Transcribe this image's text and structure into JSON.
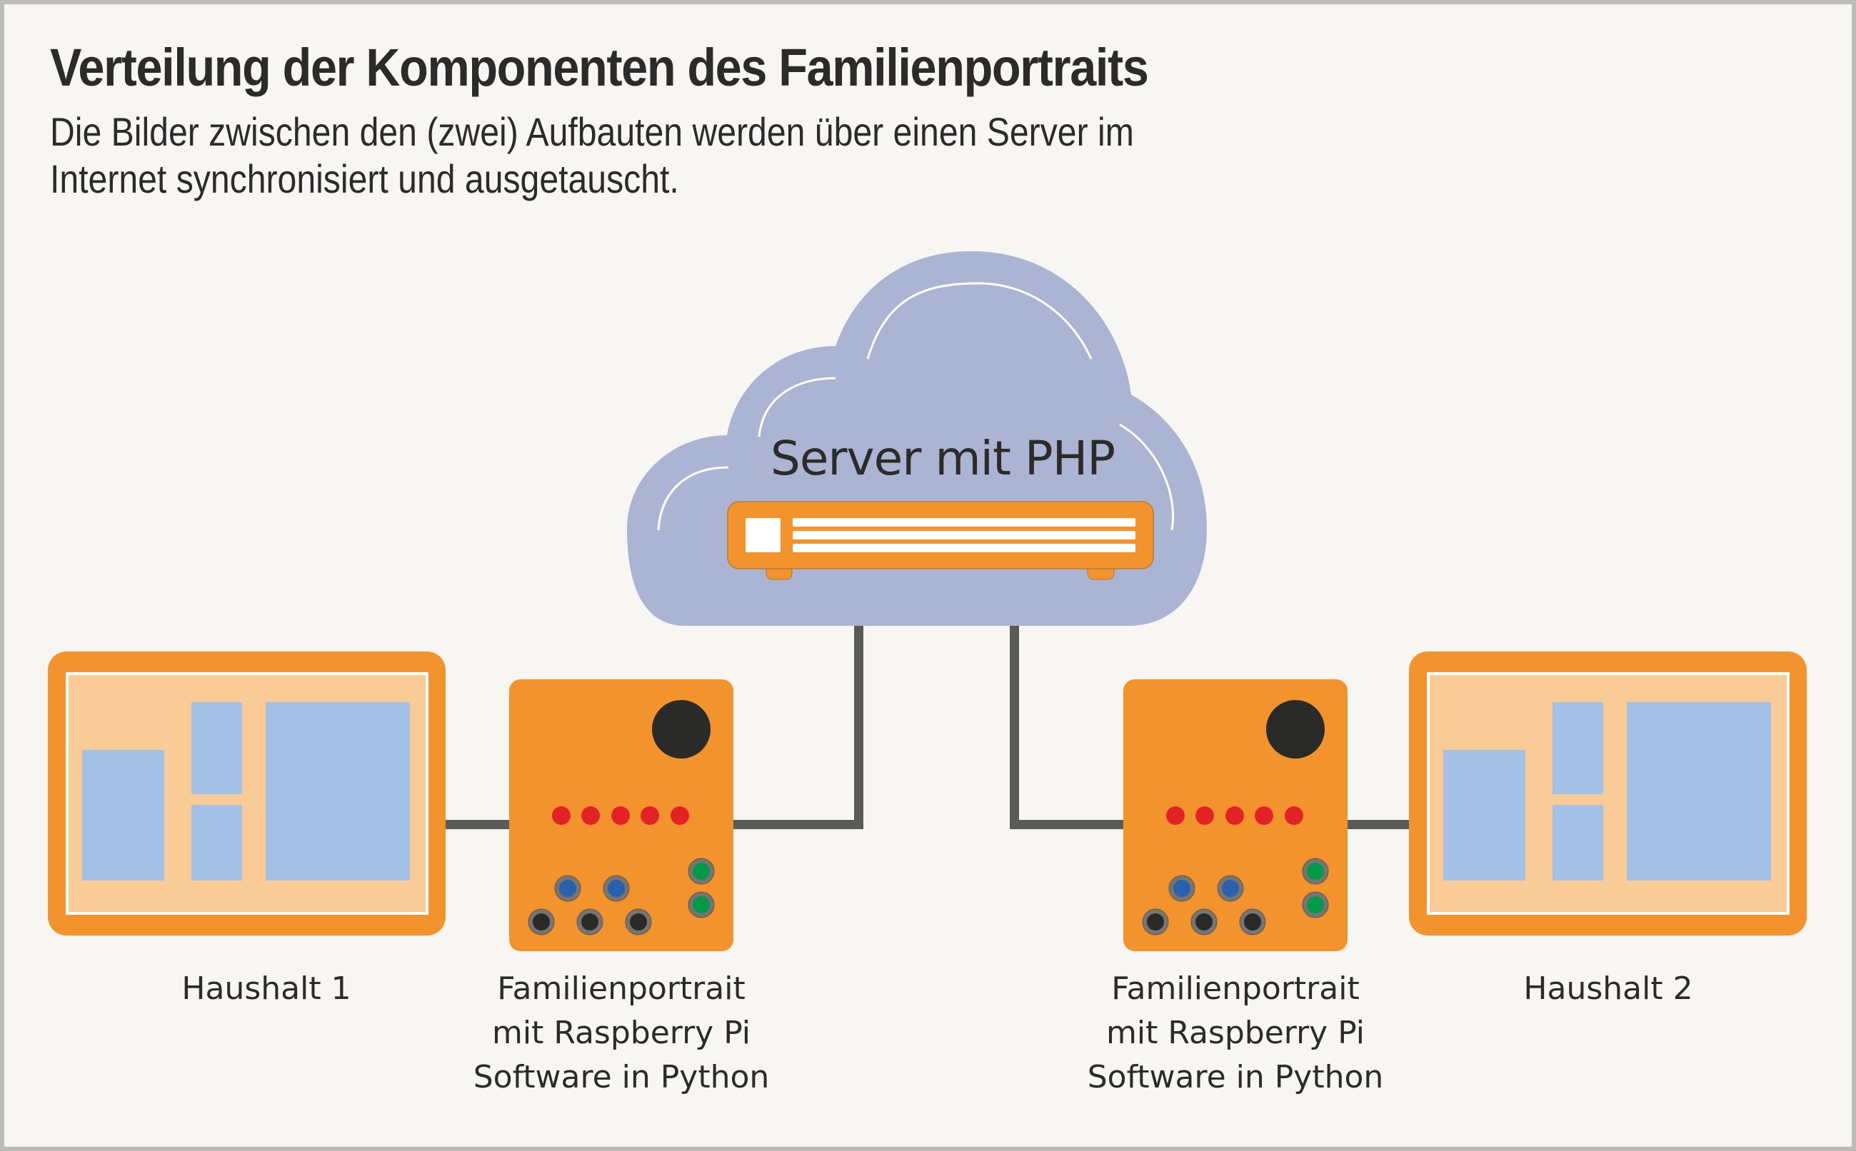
{
  "header": {
    "title": "Verteilung der Komponenten des Familienportraits",
    "subtitle_line1": "Die Bilder zwischen den (zwei) Aufbauten werden über einen Server im",
    "subtitle_line2": "Internet synchronisiert und ausgetauscht."
  },
  "server": {
    "label": "Server mit PHP",
    "icon": "cloud-server-icon"
  },
  "left": {
    "monitor_label": "Haushalt 1",
    "device_label_lines": [
      "Familienportrait",
      "mit Raspberry Pi",
      "Software in Python"
    ]
  },
  "right": {
    "monitor_label": "Haushalt 2",
    "device_label_lines": [
      "Familienportrait",
      "mit Raspberry Pi",
      "Software in Python"
    ]
  },
  "colors": {
    "orange": "#f2932d",
    "screen": "#f9cb97",
    "tile": "#a3c1e5",
    "cloud": "#abb5d3",
    "line": "#5a5a58",
    "led": "#e32227",
    "jack_blue": "#2862ad",
    "jack_green": "#009a48",
    "jack_black": "#2a2a28",
    "text": "#2b2b29",
    "background": "#f7f6f2"
  }
}
